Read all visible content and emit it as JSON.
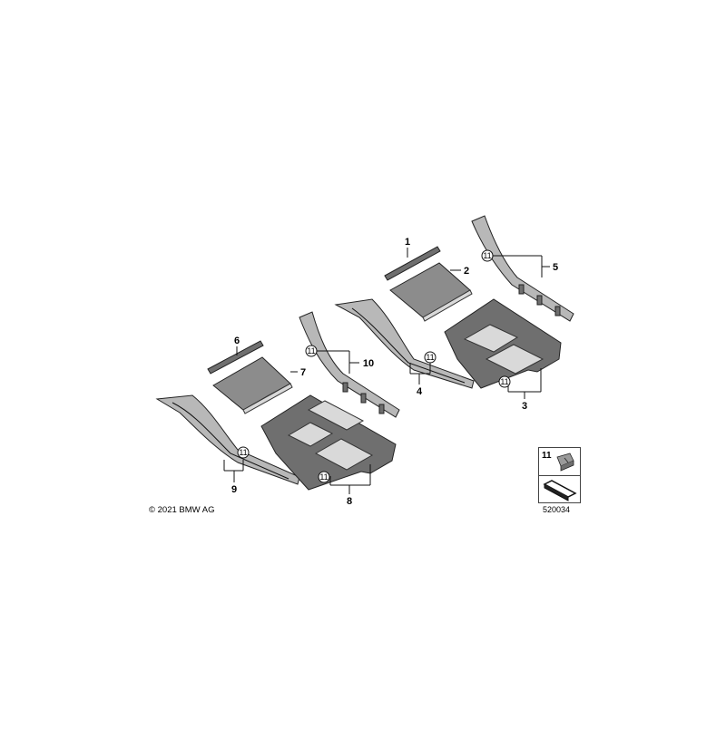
{
  "diagram": {
    "callouts": [
      "1",
      "2",
      "3",
      "4",
      "5",
      "6",
      "7",
      "8",
      "9",
      "10"
    ],
    "clip_ref": "11",
    "copyright": "© 2021 BMW AG",
    "diagram_id": "520034",
    "legend": {
      "item_number": "11",
      "items": [
        "clip",
        "trim-strip-profile"
      ]
    }
  }
}
